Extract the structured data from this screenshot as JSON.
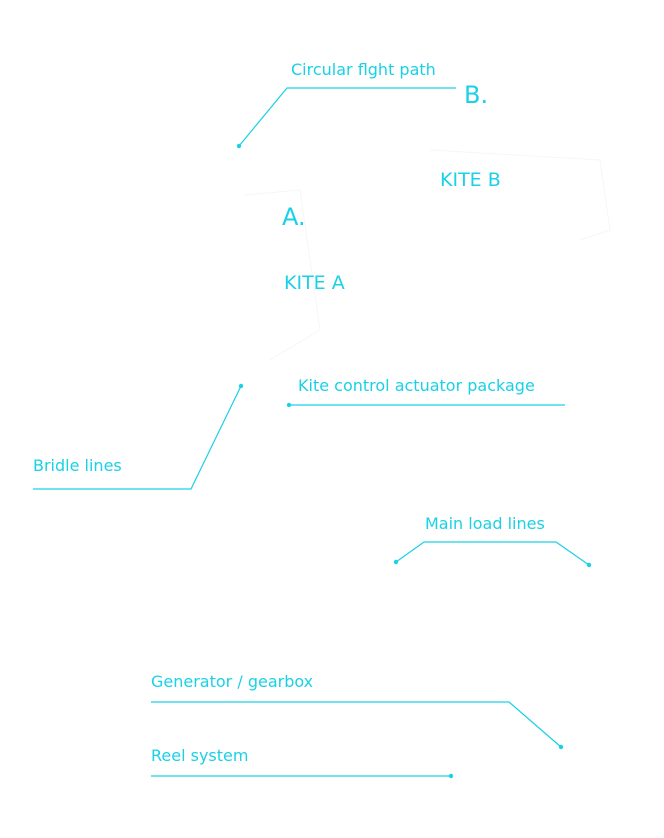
{
  "labels": {
    "circular_flight_path": "Circular flght path",
    "marker_b": "B.",
    "kite_b": "KITE B",
    "marker_a": "A.",
    "kite_a": "KITE A",
    "kite_control_actuator": "Kite control actuator package",
    "bridle_lines": "Bridle lines",
    "main_load_lines": "Main load lines",
    "generator_gearbox": "Generator / gearbox",
    "reel_system": "Reel system"
  },
  "colors": {
    "accent": "#1ad1e6",
    "background": "#ffffff"
  }
}
